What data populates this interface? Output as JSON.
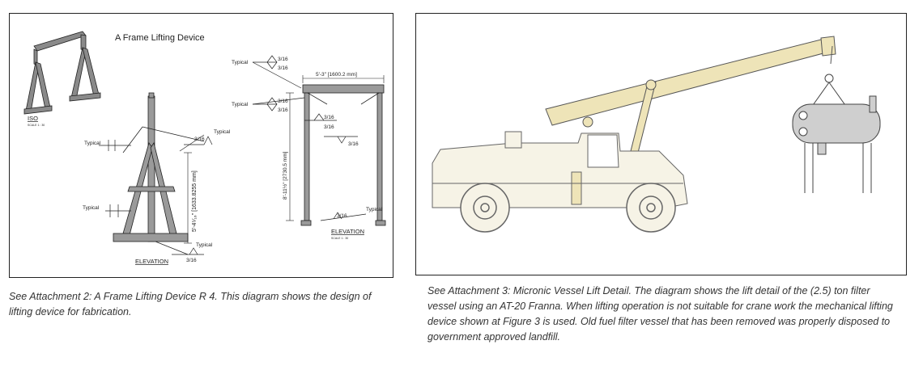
{
  "left_diagram": {
    "title": "A Frame Lifting Device",
    "iso_label": "ISO",
    "iso_scale": "SCALE 1 : 30",
    "elevation_label_1": "ELEVATION",
    "elevation_label_2": "ELEVATION",
    "elevation_scale": "SCALE 1 : 30",
    "weld_typical": "Typical",
    "weld_size": "3/16",
    "width_dim": "5'-3\" [1600.2 mm]",
    "height_dim_a": "8'-11½\" [2730.5 mm]",
    "height_dim_b": "5'-4⁵⁄₁₆\" [1633.8255 mm]"
  },
  "captions": {
    "left": "See Attachment 2: A Frame Lifting Device R 4. This diagram shows the design of lifting device for fabrication.",
    "right": "See Attachment 3: Micronic Vessel Lift Detail. The diagram shows the lift detail of the (2.5) ton filter vessel using an AT-20 Franna. When lifting operation is not suitable for crane work the mechanical lifting device shown at Figure 3 is used. Old fuel filter vessel that has been removed was properly disposed to government approved landfill."
  },
  "colors": {
    "line": "#222222",
    "frame_fill": "#8a8a8a",
    "crane_body": "#f6f3e6",
    "boom_fill": "#eee4b8",
    "vessel_fill": "#cfcfcf"
  }
}
